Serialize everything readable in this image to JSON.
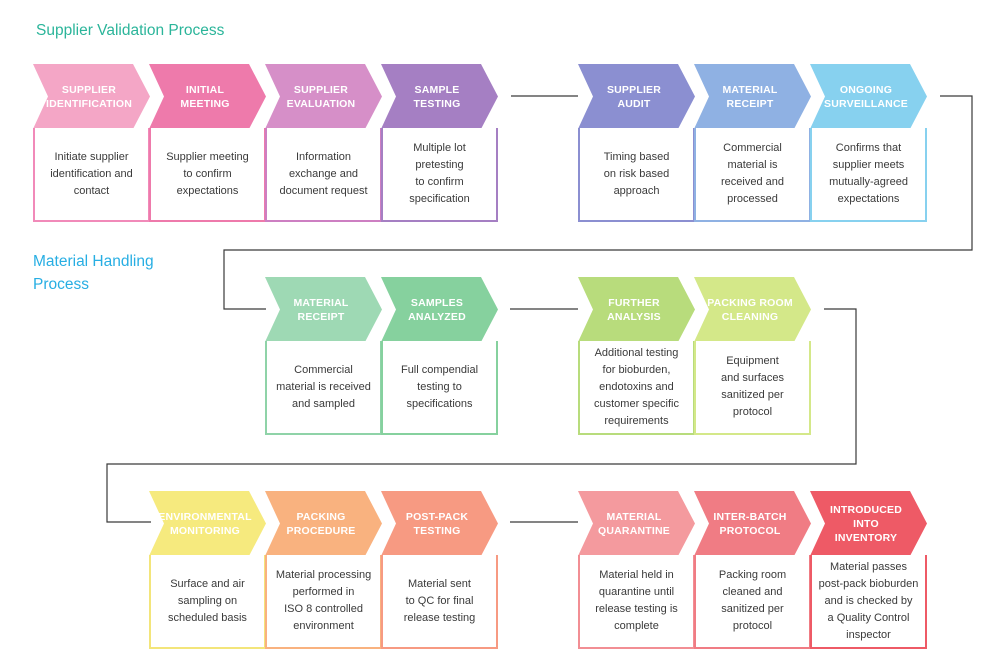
{
  "section_titles": [
    {
      "text": "Supplier Validation Process",
      "color": "#2bb59a"
    },
    {
      "text": "Material Handling\nProcess",
      "color": "#27aee3"
    }
  ],
  "connector_color": "#3a3a3a",
  "rows": [
    {
      "name": "supplier-validation",
      "groups": [
        [
          {
            "title": "SUPPLIER\nIDENTIFICATION",
            "desc": "Initiate supplier\nidentification and\ncontact",
            "color": "#f4a6c6",
            "border": "#f18ab9"
          },
          {
            "title": "INITIAL\nMEETING",
            "desc": "Supplier meeting\nto confirm\nexpectations",
            "color": "#ee7aab",
            "border": "#ee7aab"
          },
          {
            "title": "SUPPLIER\nEVALUATION",
            "desc": "Information\nexchange and\ndocument request",
            "color": "#d68fc8",
            "border": "#cd7fc2"
          },
          {
            "title": "SAMPLE\nTESTING",
            "desc": "Multiple lot\npretesting\nto confirm\nspecification",
            "color": "#a57fc3",
            "border": "#a57fc3"
          }
        ],
        [
          {
            "title": "SUPPLIER\nAUDIT",
            "desc": "Timing based\non risk based\napproach",
            "color": "#8b8fd1",
            "border": "#8b8fd1"
          },
          {
            "title": "MATERIAL\nRECEIPT",
            "desc": "Commercial\nmaterial is\nreceived and\nprocessed",
            "color": "#8fb1e3",
            "border": "#8fb1e3"
          },
          {
            "title": "ONGOING\nSURVEILLANCE",
            "desc": "Confirms that\nsupplier meets\nmutually-agreed\nexpectations",
            "color": "#87d1ef",
            "border": "#87d1ef"
          }
        ]
      ]
    },
    {
      "name": "material-handling-1",
      "groups": [
        [
          {
            "title": "MATERIAL\nRECEIPT",
            "desc": "Commercial\nmaterial is received\nand sampled",
            "color": "#9ed9b4",
            "border": "#8fd3a8"
          },
          {
            "title": "SAMPLES\nANALYZED",
            "desc": "Full compendial\ntesting  to\nspecifications",
            "color": "#86d19e",
            "border": "#86d19e"
          }
        ],
        [
          {
            "title": "FURTHER\nANALYSIS",
            "desc": "Additional testing\nfor bioburden,\nendotoxins and\ncustomer specific\nrequirements",
            "color": "#b8dc7c",
            "border": "#b8dc7c"
          },
          {
            "title": "PACKING ROOM\nCLEANING",
            "desc": "Equipment\nand surfaces\nsanitized per\nprotocol",
            "color": "#d4e889",
            "border": "#d4e889"
          }
        ]
      ]
    },
    {
      "name": "material-handling-2",
      "groups": [
        [
          {
            "title": "ENVIRONMENTAL\nMONITORING",
            "desc": "Surface and air\nsampling on\nscheduled basis",
            "color": "#f6ea7e",
            "border": "#f3e57a"
          },
          {
            "title": "PACKING\nPROCEDURE",
            "desc": "Material processing\nperformed in\nISO 8 controlled\nenvironment",
            "color": "#f9b27f",
            "border": "#f9b27f"
          },
          {
            "title": "POST-PACK\nTESTING",
            "desc": "Material sent\nto QC for final\nrelease testing",
            "color": "#f79a82",
            "border": "#f79a82"
          }
        ],
        [
          {
            "title": "MATERIAL\nQUARANTINE",
            "desc": "Material held in\nquarantine until\nrelease testing is\ncomplete",
            "color": "#f49a9e",
            "border": "#f28e94"
          },
          {
            "title": "INTER-BATCH\nPROTOCOL",
            "desc": "Packing room\ncleaned and\nsanitized per\nprotocol",
            "color": "#f07c84",
            "border": "#f07c84"
          },
          {
            "title": "INTRODUCED\nINTO INVENTORY",
            "desc": "Material passes\npost-pack bioburden\nand is checked by\na Quality Control\ninspector",
            "color": "#ee5a66",
            "border": "#ee5a66"
          }
        ]
      ]
    }
  ]
}
